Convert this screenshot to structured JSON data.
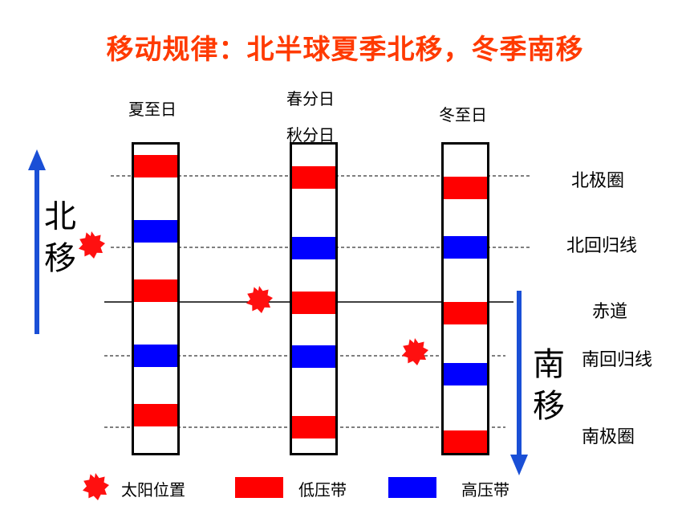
{
  "title": "移动规律：北半球夏季北移，冬季南移",
  "columns": [
    {
      "label_lines": [
        "夏至日"
      ],
      "bands": [
        "low",
        "high",
        "low",
        "high",
        "low"
      ]
    },
    {
      "label_lines": [
        "春分日",
        "秋分日"
      ],
      "bands": [
        "low",
        "high",
        "low",
        "high",
        "low"
      ]
    },
    {
      "label_lines": [
        "冬至日"
      ],
      "bands": [
        "low",
        "high",
        "low",
        "high",
        "low"
      ]
    }
  ],
  "latitudes": [
    "北极圈",
    "北回归线",
    "赤道",
    "南回归线",
    "南极圈"
  ],
  "arrows": {
    "north": {
      "label": [
        "北",
        "移"
      ]
    },
    "south": {
      "label": [
        "南",
        "移"
      ]
    }
  },
  "legend": {
    "sun": "太阳位置",
    "low": "低压带",
    "high": "高压带"
  },
  "colors": {
    "title": "#ff3a00",
    "low": "#ff0000",
    "high": "#0000ff",
    "arrow": "#1a4fd6",
    "sun": "#ff1010"
  },
  "icons": {
    "sun": "sun-burst-icon",
    "arrow_up": "arrow-up-icon",
    "arrow_down": "arrow-down-icon"
  }
}
